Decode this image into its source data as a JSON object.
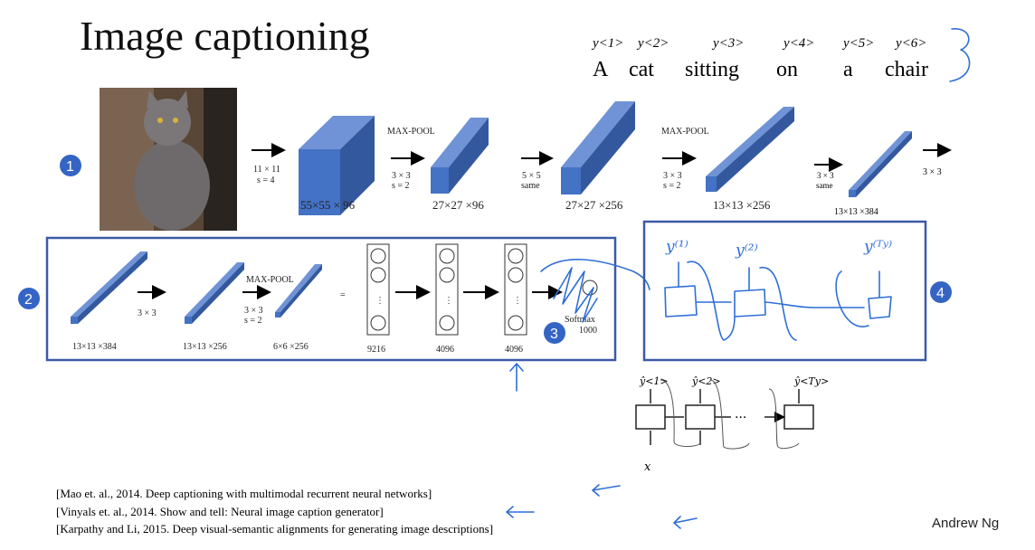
{
  "title": "Image captioning",
  "caption": {
    "words": [
      "A",
      "cat",
      "sitting",
      "on",
      "a",
      "chair"
    ],
    "tokens": [
      "y<1>",
      "y<2>",
      "y<3>",
      "y<4>",
      "y<5>",
      "y<6>"
    ]
  },
  "badges": [
    "1",
    "2",
    "3",
    "4"
  ],
  "cnn": {
    "conv_ops": [
      {
        "l1": "11 × 11",
        "l2": "s = 4"
      },
      {
        "top": "MAX-POOL",
        "l1": "3 × 3",
        "l2": "s = 2"
      },
      {
        "l1": "5 × 5",
        "l2": "same"
      },
      {
        "top": "MAX-POOL",
        "l1": "3 × 3",
        "l2": "s = 2"
      },
      {
        "l1": "3 × 3",
        "l2": "same"
      },
      {
        "l1": "3 × 3"
      }
    ],
    "dims": [
      "55×55 × 96",
      "27×27 ×96",
      "27×27 ×256",
      "13×13 ×256",
      "13×13 ×384"
    ]
  },
  "fc": {
    "dims": [
      "13×13 ×384",
      "13×13 ×256",
      "6×6 ×256",
      "9216",
      "4096",
      "4096"
    ],
    "op1": "3 × 3",
    "pool_top": "MAX-POOL",
    "pool_l1": "3 × 3",
    "pool_l2": "s = 2",
    "equals": "=",
    "softmax": "Softmax",
    "softmax_n": "1000",
    "ellipsis": "⋮"
  },
  "rnn_handwritten": {
    "y1": "y⁽¹⁾",
    "y2": "y⁽²⁾",
    "yT": "y⁽ᵀʸ⁾"
  },
  "rnn": {
    "y1": "ŷ<1>",
    "y2": "ŷ<2>",
    "yT": "ŷ<Ty>",
    "x": "x",
    "dots": "···"
  },
  "references": [
    "[Mao et. al., 2014. Deep captioning with multimodal recurrent neural networks]",
    "[Vinyals et. al., 2014. Show and tell: Neural image caption generator]",
    "[Karpathy and Li, 2015. Deep visual-semantic alignments for generating image descriptions]"
  ],
  "author": "Andrew Ng"
}
